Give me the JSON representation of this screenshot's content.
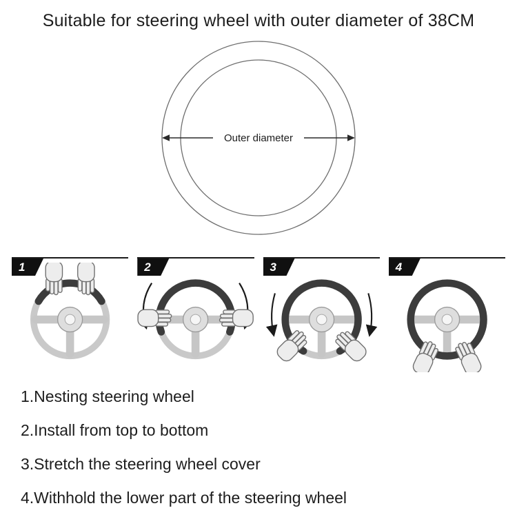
{
  "title": "Suitable for steering wheel with outer diameter of 38CM",
  "diameter_diagram": {
    "label": "Outer diameter"
  },
  "steps": [
    {
      "number": "1"
    },
    {
      "number": "2"
    },
    {
      "number": "3"
    },
    {
      "number": "4"
    }
  ],
  "instructions": [
    "1.Nesting steering wheel",
    "2.Install from top to bottom",
    "3.Stretch the steering wheel cover",
    "4.Withhold the lower part of the steering wheel"
  ],
  "colors": {
    "background": "#ffffff",
    "text": "#1d1d1d",
    "badge_background": "#101010",
    "badge_text": "#ffffff",
    "diagram_stroke": "#6e6e6e",
    "wheel_cover": "#3c3c3c",
    "wheel_base": "#c9c9c9"
  }
}
